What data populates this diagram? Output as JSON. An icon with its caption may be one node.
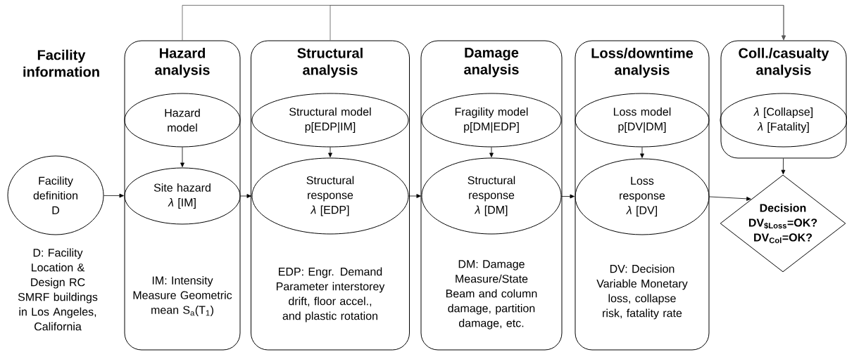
{
  "diagram": {
    "nodes": [
      {
        "text": [
          "Facility definition D"
        ],
        "beside": [
          "D: Facility Location & Design RC SMRF buildings in Los Angeles, California"
        ]
      },
      {
        "text": [
          "Hazard analysis",
          "IM: Intensity Measure Geometric mean S$_{a}$(T$_{1}$)"
        ]
      },
      {
        "text": [
          "Hazard model"
        ],
        "in": 1
      },
      {
        "text": [
          "Site hazard *λ* [IM]"
        ],
        "in": 1
      },
      {
        "text": [
          "Structural analysis",
          "EDP: Engr. Demand Parameter interstorey drift, floor accel., and plastic rotation"
        ]
      },
      {
        "text": [
          "Structural model p[EDP|IM]"
        ],
        "in": 4
      },
      {
        "text": [
          "Structural response *λ* [EDP]"
        ],
        "in": 4
      },
      {
        "text": [
          "Damage analysis",
          "DM: Damage Measure/State Beam and column damage, partition damage, etc."
        ]
      },
      {
        "text": [
          "Fragility model p[DM|EDP]"
        ],
        "in": 7
      },
      {
        "text": [
          "Structural response *λ* [DM]"
        ],
        "in": 7
      },
      {
        "text": [
          "Loss/downtime analysis",
          "DV: Decision Variable Monetary loss, collapse risk, fatality rate"
        ]
      },
      {
        "text": [
          "Loss model p[DV|DM]"
        ],
        "in": 10
      },
      {
        "text": [
          "Loss response *λ* [DV]"
        ],
        "in": 10
      },
      {
        "text": [
          "Coll./casualty analysis"
        ]
      },
      {
        "text": [
          "*λ* [Collapse] *λ* [Fatality]"
        ],
        "in": 13
      },
      {
        "text": [
          "Decision DV$_{$Loss}$=OK? DV$_{Col}$=OK?"
        ]
      }
    ],
    "edges": [
      {
        "from": 0,
        "to": 3,
        "arrow": "to"
      },
      {
        "from": 2,
        "to": 3,
        "arrow": "to"
      },
      {
        "from": 3,
        "to": 6,
        "arrow": "to"
      },
      {
        "from": 5,
        "to": 6,
        "arrow": "to"
      },
      {
        "from": 6,
        "to": 9,
        "arrow": "to"
      },
      {
        "from": 8,
        "to": 9,
        "arrow": "to"
      },
      {
        "from": 9,
        "to": 12,
        "arrow": "to"
      },
      {
        "from": 11,
        "to": 12,
        "arrow": "to"
      },
      {
        "from": 12,
        "to": 15,
        "arrow": "to"
      },
      {
        "from": 1,
        "to": 13,
        "arrow": "to",
        "color": "#595959"
      },
      {
        "from": 4,
        "to": 13,
        "arrow": "to",
        "color": "#595959"
      },
      {
        "from": 13,
        "to": 15,
        "arrow": "to"
      }
    ],
    "labels": [
      "Facility information"
    ]
  }
}
